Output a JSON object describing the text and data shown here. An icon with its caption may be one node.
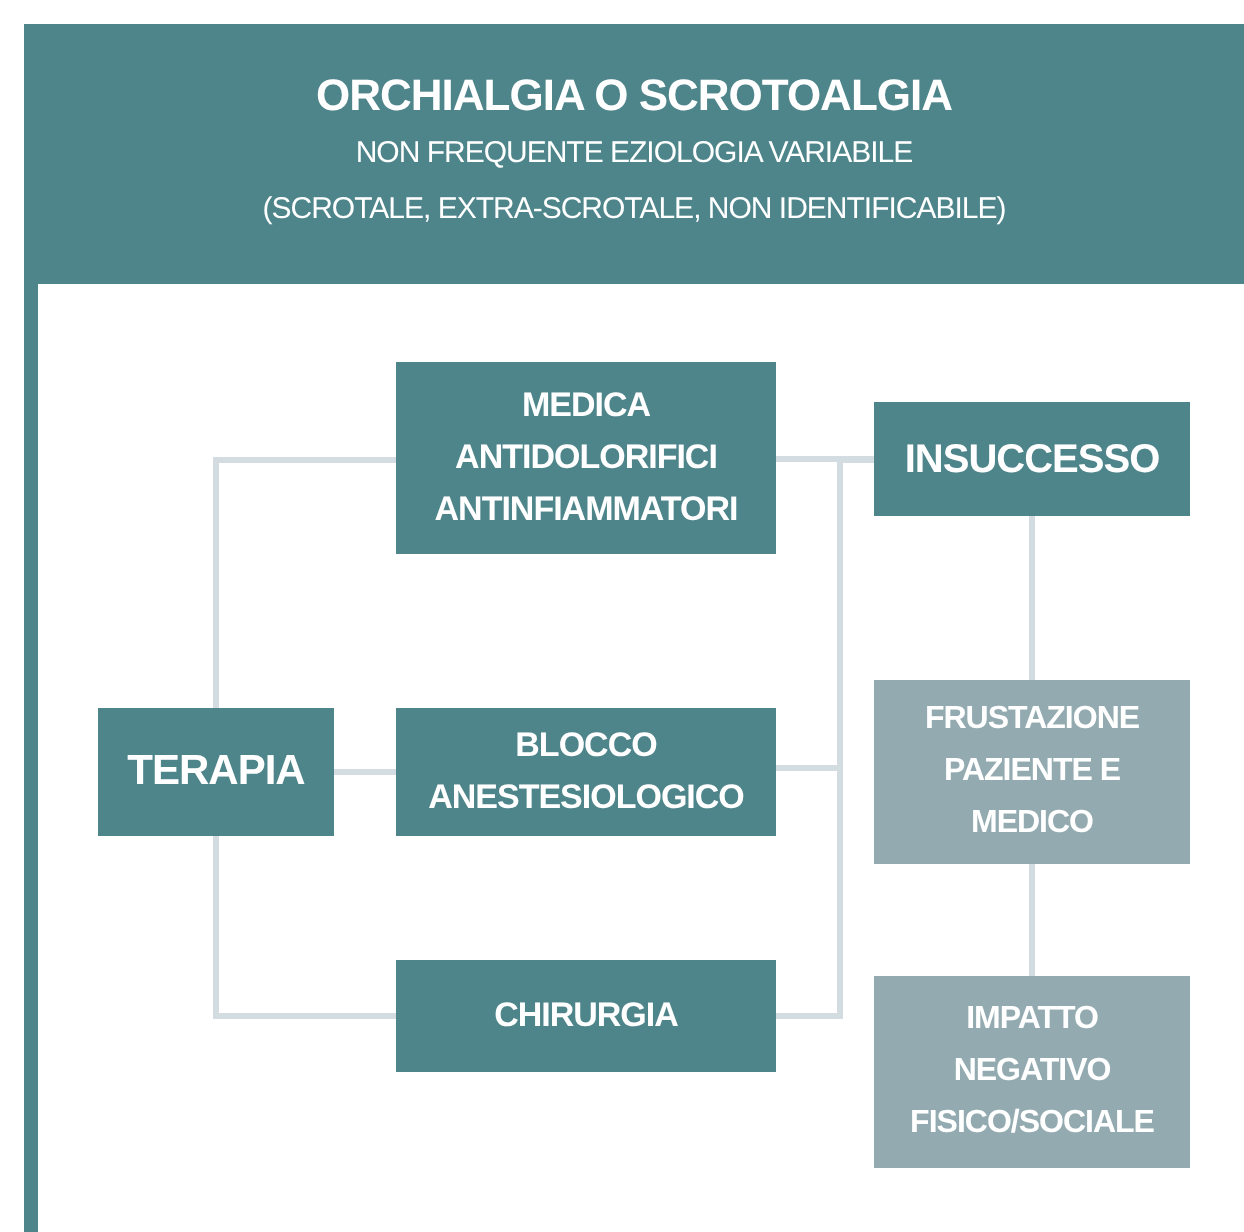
{
  "diagram": {
    "nodes": [
      {
        "text": [
          "ORCHIALGIA O SCROTOALGIA",
          "NON FREQUENTE EZIOLOGIA VARIABILE",
          "(SCROTALE, EXTRA-SCROTALE, NON IDENTIFICABILE)"
        ]
      },
      {
        "text": [
          "MEDICA ANTIDOLORIFICI ANTINFIAMMATORI"
        ]
      },
      {
        "text": [
          "TERAPIA"
        ]
      },
      {
        "text": [
          "BLOCCO ANESTESIOLOGICO"
        ]
      },
      {
        "text": [
          "CHIRURGIA"
        ]
      },
      {
        "text": [
          "INSUCCESSO"
        ]
      },
      {
        "text": [
          "FRUSTAZIONE PAZIENTE E MEDICO"
        ]
      },
      {
        "text": [
          "IMPATTO NEGATIVO FISICO/SOCIALE"
        ]
      }
    ],
    "edges": [
      {
        "from": 2,
        "to": 1,
        "arrow": "none"
      },
      {
        "from": 2,
        "to": 3,
        "arrow": "none"
      },
      {
        "from": 2,
        "to": 4,
        "arrow": "none"
      },
      {
        "from": 1,
        "to": 5,
        "arrow": "none"
      },
      {
        "from": 3,
        "to": 5,
        "arrow": "none"
      },
      {
        "from": 4,
        "to": 5,
        "arrow": "none"
      },
      {
        "from": 5,
        "to": 6,
        "arrow": "none"
      },
      {
        "from": 6,
        "to": 7,
        "arrow": "none"
      }
    ]
  }
}
